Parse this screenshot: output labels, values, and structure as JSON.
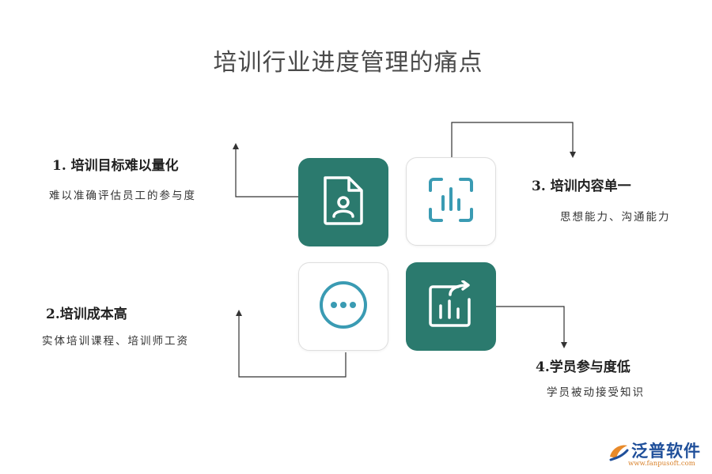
{
  "title": "培训行业进度管理的痛点",
  "items": [
    {
      "heading": "1.  培训目标难以量化",
      "description": "难以准确评估员工的参与度",
      "icon": "document-person-icon"
    },
    {
      "heading": "2.培训成本高",
      "description": "实体培训课程、培训师工资",
      "icon": "more-dots-icon"
    },
    {
      "heading": "3.  培训内容单一",
      "description": "思想能力、沟通能力",
      "icon": "scan-bars-icon"
    },
    {
      "heading": "4.学员参与度低",
      "description": "学员被动接受知识",
      "icon": "bar-chart-share-icon"
    }
  ],
  "logo": {
    "name": "泛普软件",
    "url": "www.fanpusoft.com"
  },
  "colors": {
    "accent": "#2b7a6e",
    "icon_light": "#3a9bb3",
    "logo_blue": "#1f4f9a",
    "logo_orange": "#e88a2a"
  }
}
